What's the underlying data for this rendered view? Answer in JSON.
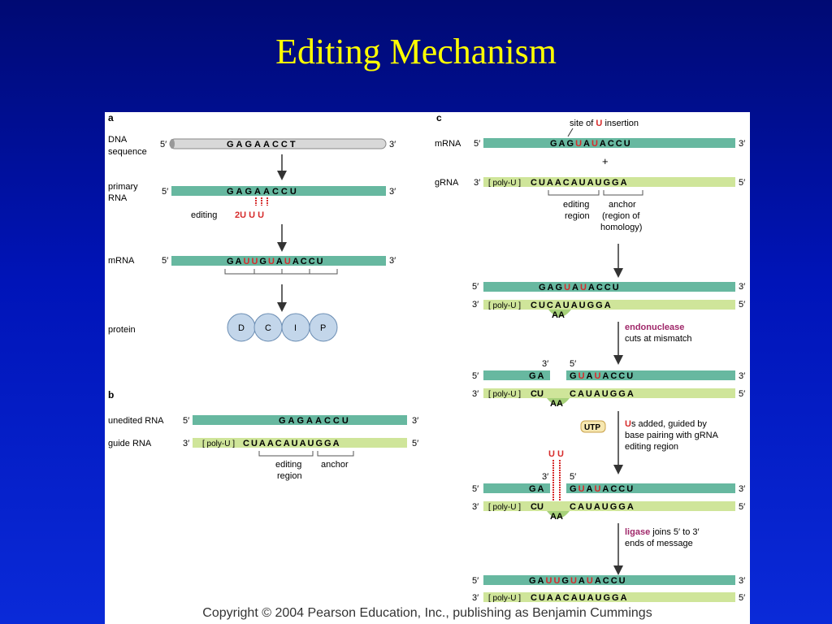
{
  "slide": {
    "title": "Editing Mechanism"
  },
  "copyright": "Copyright © 2004 Pearson Education, Inc., publishing as Benjamin Cummings",
  "colors": {
    "mrna": "#67b8a0",
    "grna": "#cfe59a",
    "edit": "#d62b2b",
    "label": "#a0286a"
  },
  "panel_a": {
    "letter": "a",
    "dna_label1": "DNA",
    "dna_label2": "sequence",
    "dna_seq": "GAGAACCT",
    "primary_label1": "primary",
    "primary_label2": "RNA",
    "primary_seq": "GAGAACCU",
    "editing_label": "editing",
    "editing_insert": "2U U U",
    "mrna_label": "mRNA",
    "protein_label": "protein",
    "protein_residues": [
      "D",
      "C",
      "I",
      "P"
    ],
    "five_prime": "5′",
    "three_prime": "3′"
  },
  "panel_b": {
    "letter": "b",
    "unedited_label": "unedited RNA",
    "unedited_seq": "GAGAACCU",
    "guide_label": "guide RNA",
    "polyu": "[ poly-U ]",
    "guide_seq": "CUAACAUAUGGA",
    "editing_region1": "editing",
    "editing_region2": "region",
    "anchor": "anchor"
  },
  "panel_c": {
    "letter": "c",
    "site_label": "site of",
    "site_u": "U",
    "site_label2": "insertion",
    "mrna_label": "mRNA",
    "grna_label": "gRNA",
    "plus": "+",
    "editing_region1": "editing",
    "editing_region2": "region",
    "anchor1": "anchor",
    "anchor2": "(region of",
    "anchor3": "homology)",
    "endo1": "endonuclease",
    "endo2": "cuts at mismatch",
    "utp": "UTP",
    "us1_u": "U",
    "us1": "s added, guided by",
    "us2": "base pairing with gRNA",
    "us3": "editing region",
    "ligase1": "ligase",
    "ligase1b": " joins 5′ to 3′",
    "ligase2": "ends of message",
    "aa": "AA",
    "uu": "U U",
    "polyu": "[ poly-U ]",
    "grna_tail": "CUCAUAUGGA"
  }
}
